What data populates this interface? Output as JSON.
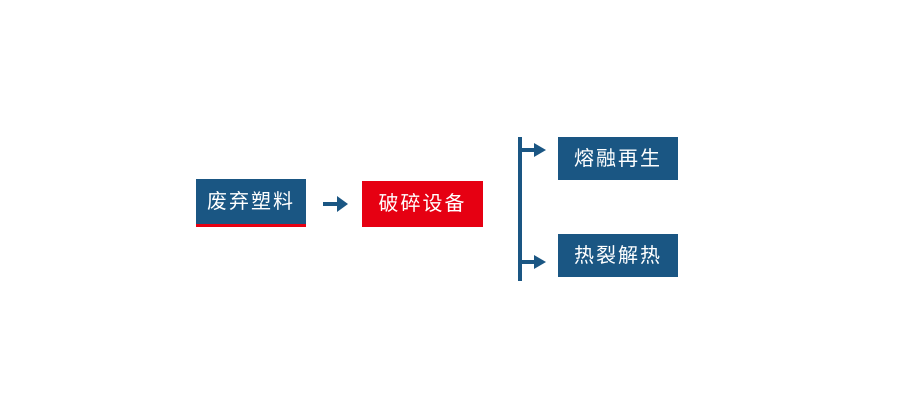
{
  "colors": {
    "node_blue": "#1a5683",
    "node_red": "#e60012",
    "connector_blue": "#1a5683",
    "label_text": "#ffffff",
    "page_background": "#ffffff"
  },
  "flowchart": {
    "nodes": {
      "source": {
        "label": "废弃塑料"
      },
      "process": {
        "label": "破碎设备"
      },
      "branch_top": {
        "label": "熔融再生"
      },
      "branch_bottom": {
        "label": "热裂解热"
      }
    },
    "icons": {
      "main_arrow": "arrow-right-icon",
      "branch_top_arrow": "arrow-right-icon",
      "branch_bottom_arrow": "arrow-right-icon",
      "branch_line": "vertical-branch-line"
    }
  }
}
